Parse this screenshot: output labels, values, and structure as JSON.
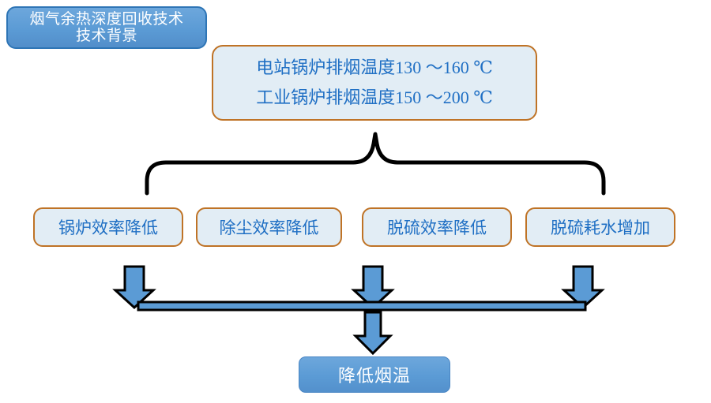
{
  "slide": {
    "background_color": "#FFFFFF",
    "title_badge": {
      "line1": "烟气余热深度回收技术",
      "line2": "技术背景",
      "fill_color": "#5B9BD5",
      "border_color": "#2E75B6",
      "text_color": "#FFFFFF"
    },
    "info_box": {
      "rows": [
        "电站锅炉排烟温度130 ～160 ℃",
        "工业锅炉排烟温度150 ～200 ℃"
      ],
      "fill_color": "#E2EDF5",
      "border_color": "#BF7326",
      "text_color": "#1F6FC4"
    },
    "brace": {
      "color": "#000000",
      "orientation": "down-fanning"
    },
    "effects": [
      {
        "label": "锅炉效率降低"
      },
      {
        "label": "除尘效率降低"
      },
      {
        "label": "脱硫效率降低"
      },
      {
        "label": "脱硫耗水增加"
      }
    ],
    "effects_style": {
      "fill_color": "#E2EDF5",
      "border_color": "#BF7326",
      "text_color": "#1F6FC4"
    },
    "flow": {
      "arrow_fill": "#5B9BD5",
      "arrow_stroke": "#000000",
      "bar_fill": "#5B9BD5",
      "down_arrow_count": 3,
      "merge_arrow_count": 1
    },
    "result_box": {
      "label": "降低烟温",
      "fill_color": "#5B9BD5",
      "border_color": "#4A86C4",
      "text_color": "#FFFFFF"
    }
  }
}
